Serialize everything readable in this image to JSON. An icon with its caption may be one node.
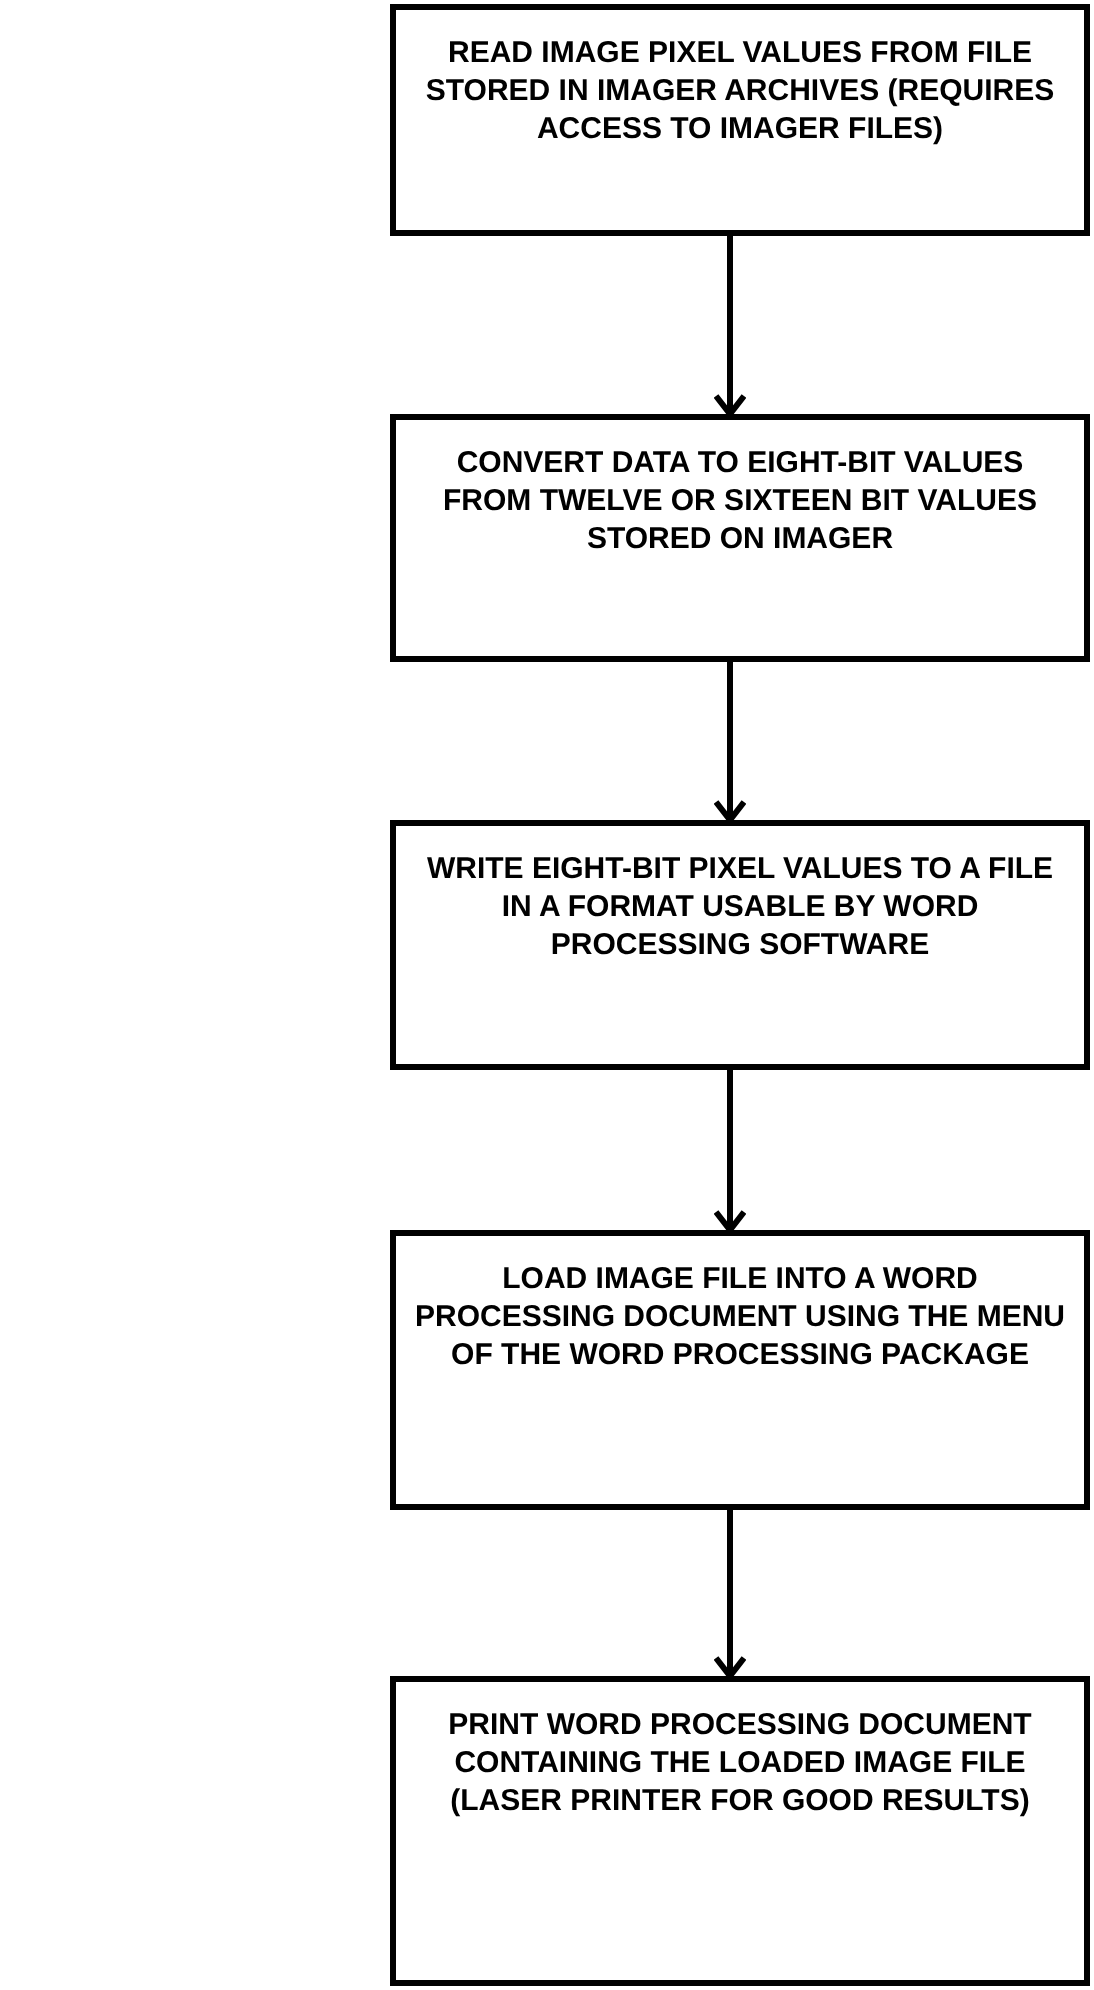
{
  "diagram": {
    "nodes": [
      {
        "text": [
          "READ IMAGE PIXEL VALUES FROM FILE STORED IN IMAGER ARCHIVES (REQUIRES ACCESS TO IMAGER FILES)"
        ]
      },
      {
        "text": [
          "CONVERT DATA TO EIGHT-BIT VALUES FROM TWELVE OR SIXTEEN BIT VALUES STORED ON IMAGER"
        ]
      },
      {
        "text": [
          "WRITE EIGHT-BIT PIXEL VALUES TO A FILE IN A FORMAT USABLE BY WORD PROCESSING SOFTWARE"
        ]
      },
      {
        "text": [
          "LOAD IMAGE FILE INTO A WORD PROCESSING DOCUMENT USING THE MENU OF THE WORD PROCESSING PACKAGE"
        ]
      },
      {
        "text": [
          "PRINT WORD PROCESSING DOCUMENT CONTAINING THE LOADED IMAGE FILE",
          "(LASER PRINTER FOR GOOD RESULTS)"
        ]
      }
    ],
    "edges": [
      {
        "from": 0,
        "to": 1,
        "arrow": "to"
      },
      {
        "from": 1,
        "to": 2,
        "arrow": "to"
      },
      {
        "from": 2,
        "to": 3,
        "arrow": "to"
      },
      {
        "from": 3,
        "to": 4,
        "arrow": "to"
      }
    ]
  }
}
